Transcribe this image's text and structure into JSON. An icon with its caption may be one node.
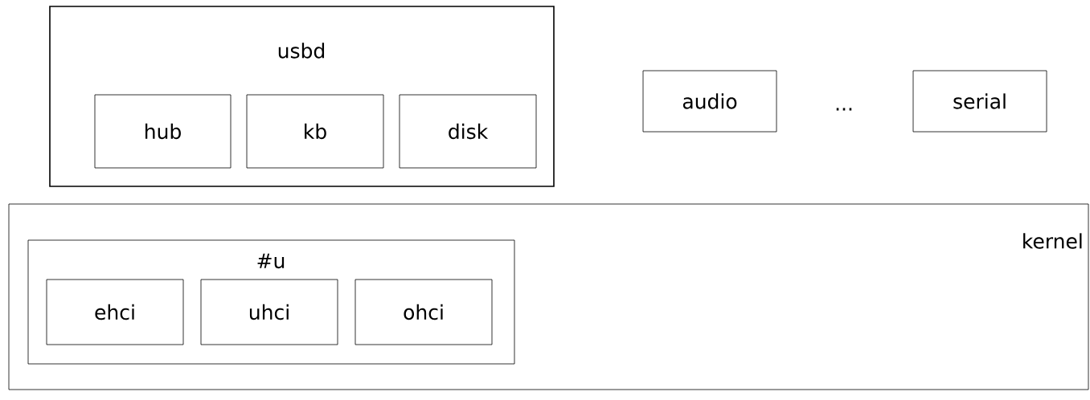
{
  "diagram": {
    "nodes": [
      {
        "text": [
          "usbd"
        ]
      },
      {
        "text": [
          "hub"
        ],
        "in": 0
      },
      {
        "text": [
          "kb"
        ],
        "in": 0
      },
      {
        "text": [
          "disk"
        ],
        "in": 0
      },
      {
        "text": [
          "audio"
        ]
      },
      {
        "text": [
          "serial"
        ]
      },
      {
        "text": [
          "kernel"
        ]
      },
      {
        "text": [
          "#u"
        ],
        "in": 6
      },
      {
        "text": [
          "ehci"
        ],
        "in": 7
      },
      {
        "text": [
          "uhci"
        ],
        "in": 7
      },
      {
        "text": [
          "ohci"
        ],
        "in": 7
      }
    ],
    "labels": [
      "..."
    ]
  }
}
